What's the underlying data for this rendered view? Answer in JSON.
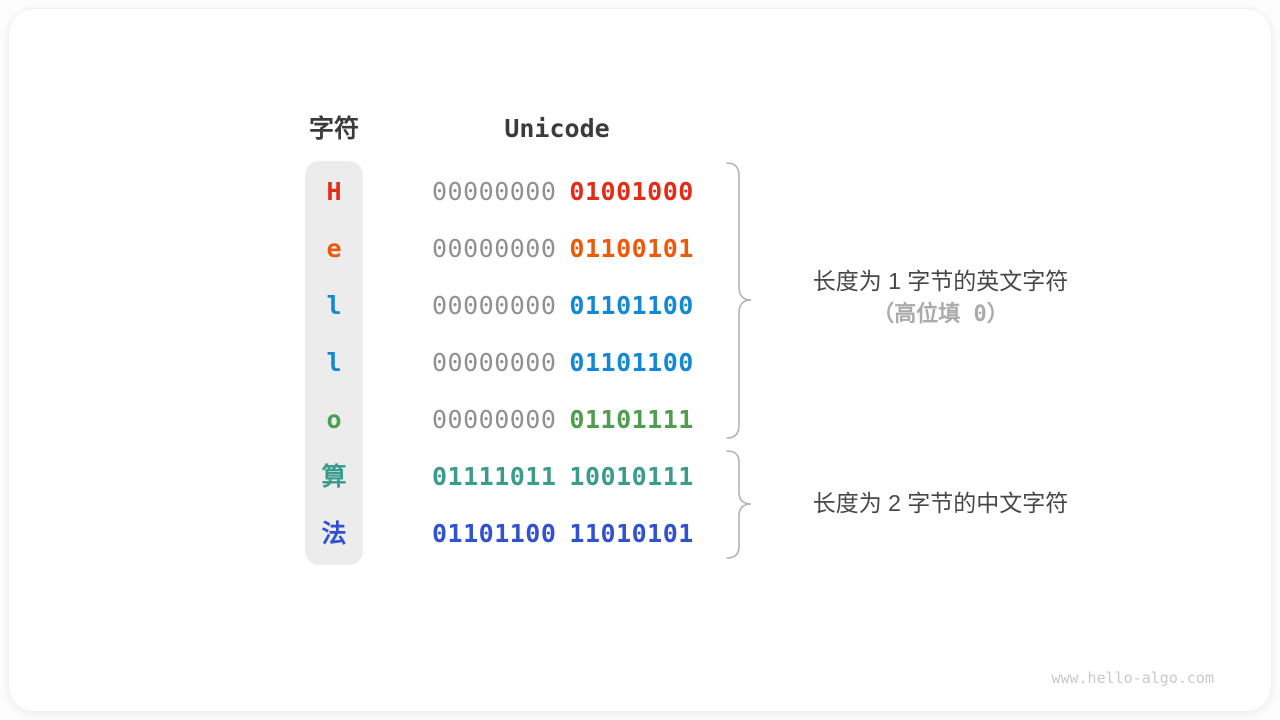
{
  "table": {
    "headers": {
      "char": "字符",
      "unicode": "Unicode"
    },
    "rows": [
      {
        "char": "H",
        "color": "#e32b16",
        "byte1": "00000000",
        "byte2": "01001000",
        "byte1_highlighted": false
      },
      {
        "char": "e",
        "color": "#ea5b0c",
        "byte1": "00000000",
        "byte2": "01100101",
        "byte1_highlighted": false
      },
      {
        "char": "l",
        "color": "#1288d6",
        "byte1": "00000000",
        "byte2": "01101100",
        "byte1_highlighted": false
      },
      {
        "char": "l",
        "color": "#1288d6",
        "byte1": "00000000",
        "byte2": "01101100",
        "byte1_highlighted": false
      },
      {
        "char": "o",
        "color": "#4f9e4e",
        "byte1": "00000000",
        "byte2": "01101111",
        "byte1_highlighted": false
      },
      {
        "char": "算",
        "color": "#3b9c8e",
        "byte1": "01111011",
        "byte2": "10010111",
        "byte1_highlighted": true
      },
      {
        "char": "法",
        "color": "#3150d2",
        "byte1": "01101100",
        "byte2": "11010101",
        "byte1_highlighted": true
      }
    ]
  },
  "annotations": {
    "one_byte_line1": "长度为 1 字节的英文字符",
    "one_byte_line2": "（高位填 0）",
    "two_byte_line1": "长度为 2 字节的中文字符"
  },
  "watermark": "www.hello-algo.com",
  "colors": {
    "byte_unused_gray": "#909090",
    "brace": "#b3b3b3",
    "char_column_bg": "#ececec",
    "header_text": "#3b3b3b",
    "annotation_text": "#474747",
    "annotation_sub_text": "#ababab"
  }
}
